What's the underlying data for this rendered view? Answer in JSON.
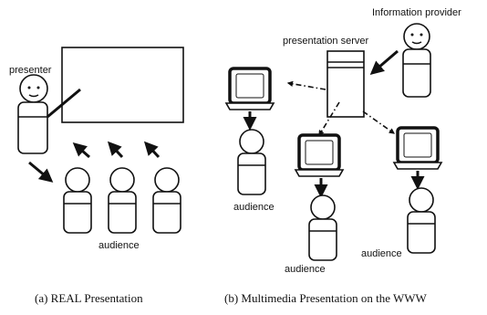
{
  "panel_a": {
    "presenter_label": "presenter",
    "audience_label": "audience",
    "caption": "(a)  REAL Presentation"
  },
  "panel_b": {
    "info_provider_label": "Information provider",
    "server_label": "presentation server",
    "audience_label_1": "audience",
    "audience_label_2": "audience",
    "audience_label_3": "audience",
    "caption": "(b)  Multimedia Presentation on the WWW"
  }
}
